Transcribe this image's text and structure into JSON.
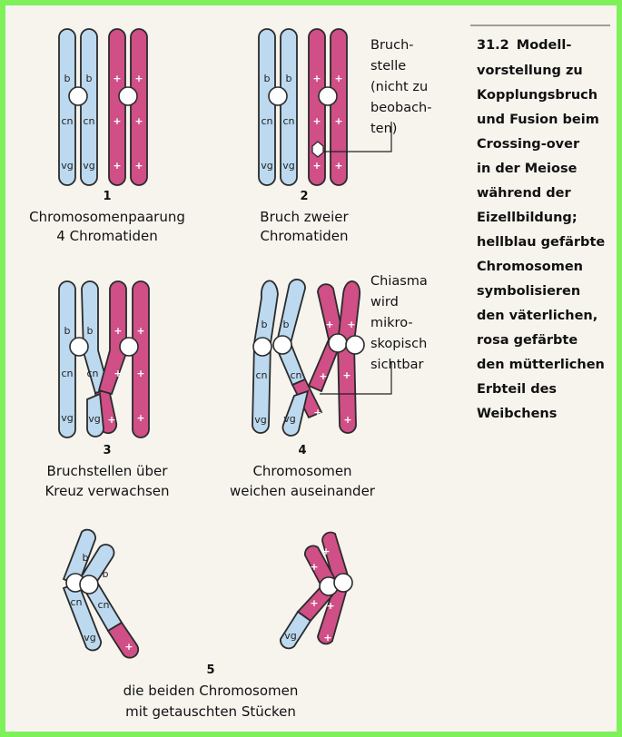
{
  "figure": {
    "number": "31.2",
    "caption_lines": [
      "Modell-",
      "vorstellung zu",
      "Kopplungsbruch",
      "und Fusion beim",
      "Crossing-over",
      "in der Meiose",
      "während der",
      "Eizellbildung;",
      "hellblau gefärbte",
      "Chromosomen",
      "symbolisieren",
      "den väterlichen,",
      "rosa gefärbte",
      "den mütterlichen",
      "Erbteil des",
      "Weibchens"
    ]
  },
  "gene_labels": {
    "b": "b",
    "cn": "cn",
    "vg": "vg",
    "wild": "+"
  },
  "panels": [
    {
      "number": "1",
      "caption": [
        "Chromosomenpaarung",
        "4 Chromatiden"
      ]
    },
    {
      "number": "2",
      "caption": [
        "Bruch zweier",
        "Chromatiden"
      ],
      "note": [
        "Bruch-",
        "stelle",
        "(nicht zu",
        "beobach-",
        "ten)"
      ]
    },
    {
      "number": "3",
      "caption": [
        "Bruchstellen über",
        "Kreuz verwachsen"
      ]
    },
    {
      "number": "4",
      "caption": [
        "Chromosomen",
        "weichen auseinander"
      ],
      "note": [
        "Chiasma",
        "wird",
        "mikro-",
        "skopisch",
        "sichtbar"
      ]
    },
    {
      "number": "5",
      "caption": [
        "die beiden Chromosomen",
        "mit getauschten Stücken"
      ]
    }
  ],
  "colors": {
    "paternal": "#bcd9ef",
    "maternal": "#cf4f86",
    "background": "#f7f4ee",
    "border": "#7ef05a"
  }
}
